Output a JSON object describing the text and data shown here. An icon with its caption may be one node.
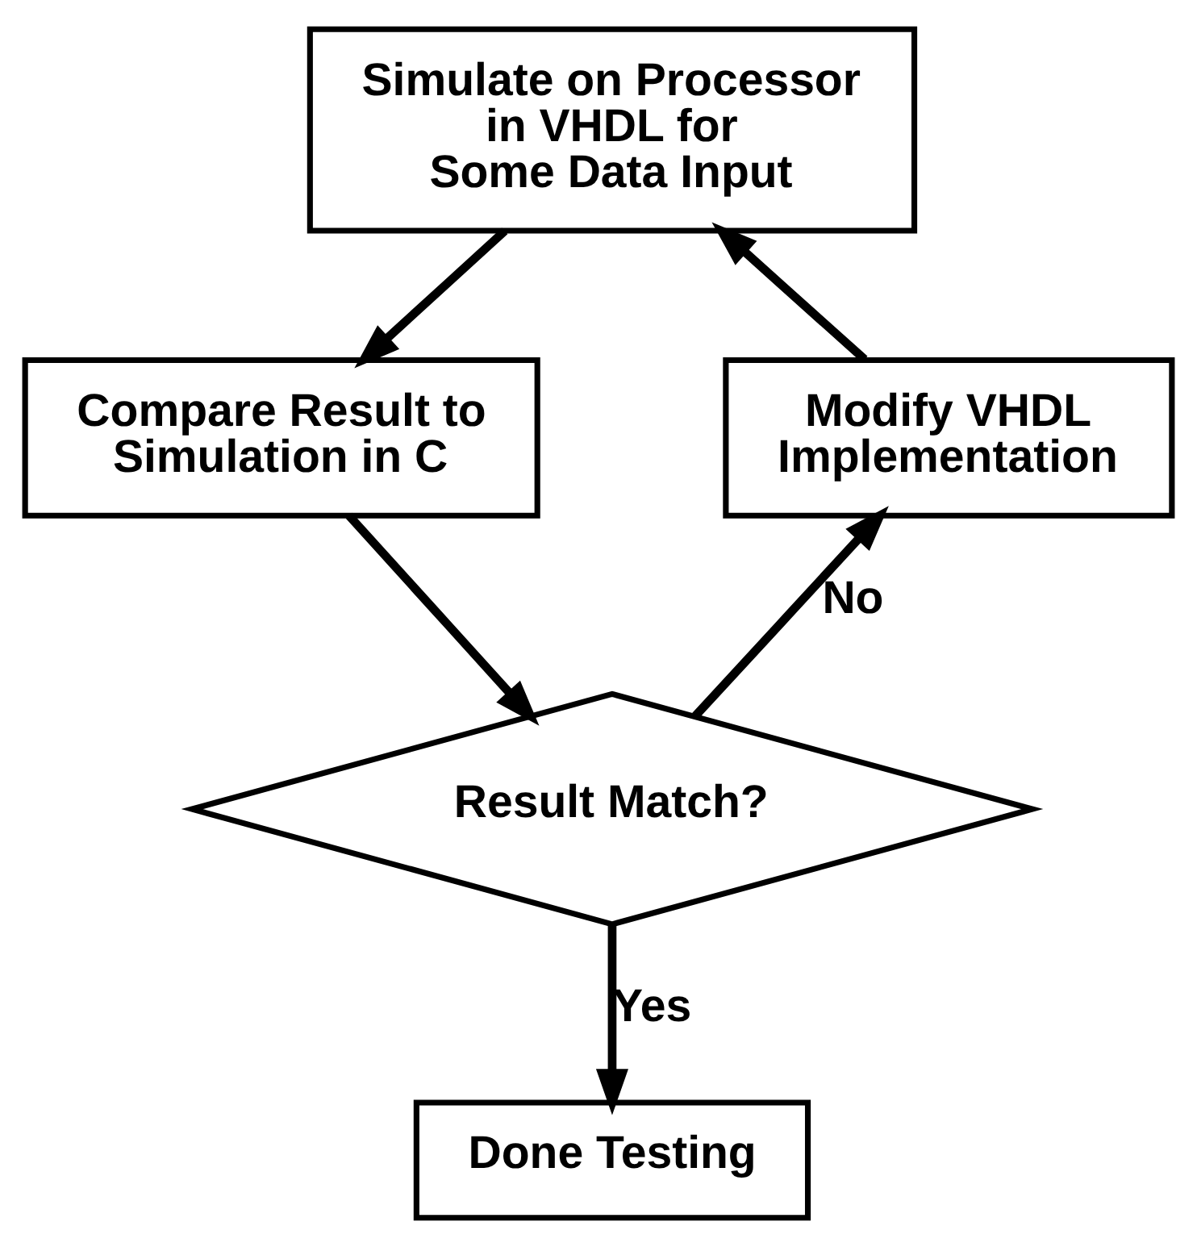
{
  "diagram": {
    "nodes": [
      {
        "text": [
          "Simulate on Processor in VHDL for Some Data Input"
        ]
      },
      {
        "text": [
          "Compare Result to Simulation in C"
        ]
      },
      {
        "text": [
          "Result Match?"
        ]
      },
      {
        "text": [
          "Done Testing"
        ]
      },
      {
        "text": [
          "Modify VHDL Implementation"
        ]
      }
    ],
    "edges": [
      {
        "from": 0,
        "to": 1,
        "arrow": "to"
      },
      {
        "from": 1,
        "to": 2,
        "arrow": "to"
      },
      {
        "from": 2,
        "to": 3,
        "arrow": "to",
        "label": "Yes"
      },
      {
        "from": 2,
        "to": 4,
        "arrow": "to",
        "label": "No"
      },
      {
        "from": 4,
        "to": 0,
        "arrow": "to"
      }
    ]
  }
}
